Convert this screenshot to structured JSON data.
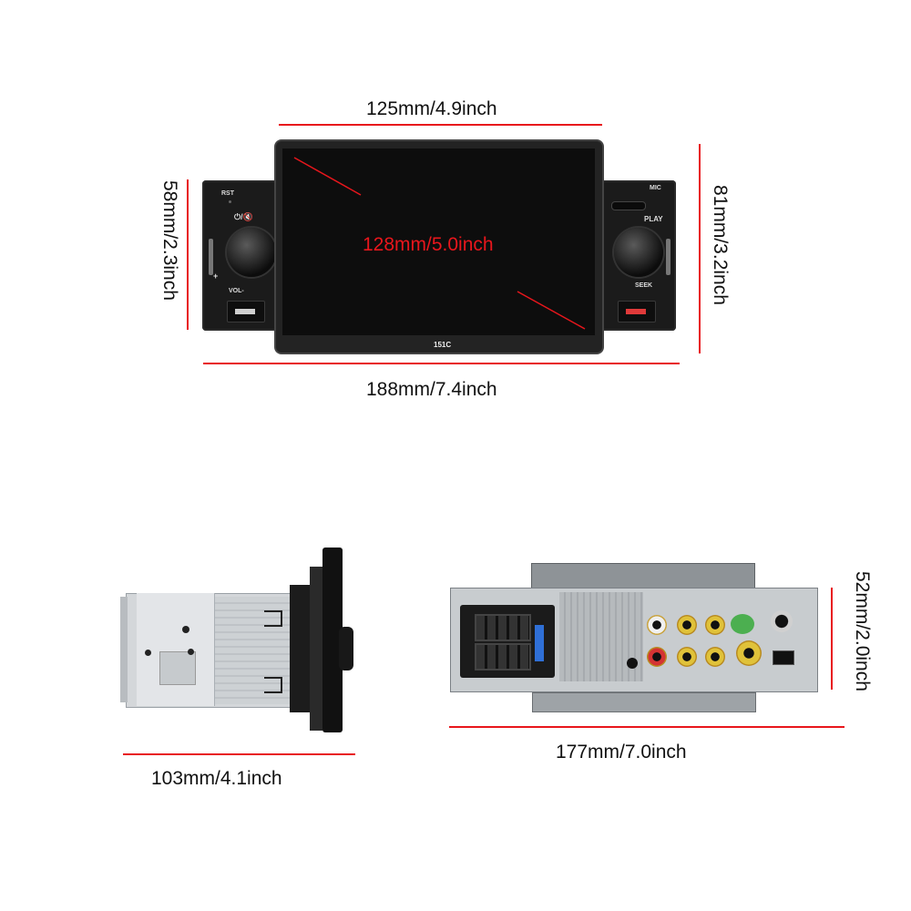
{
  "front_view": {
    "screen_width_label": "125mm/4.9inch",
    "screen_diagonal_label": "128mm/5.0inch",
    "total_width_label": "188mm/7.4inch",
    "panel_height_label": "58mm/2.3inch",
    "total_height_label": "81mm/3.2inch",
    "model": "151C",
    "left_labels": {
      "rst": "RST",
      "power_mute": "⏻/🔇",
      "vol": "VOL-",
      "plus": "+"
    },
    "right_labels": {
      "mic": "MIC",
      "play": "PLAY",
      "seek": "SEEK"
    }
  },
  "side_view": {
    "depth_label": "103mm/4.1inch"
  },
  "back_view": {
    "width_label": "177mm/7.0inch",
    "height_label": "52mm/2.0inch"
  },
  "colors": {
    "dimension": "#e8161c",
    "device": "#1c1c1c",
    "metal": "#c9cdd1"
  }
}
